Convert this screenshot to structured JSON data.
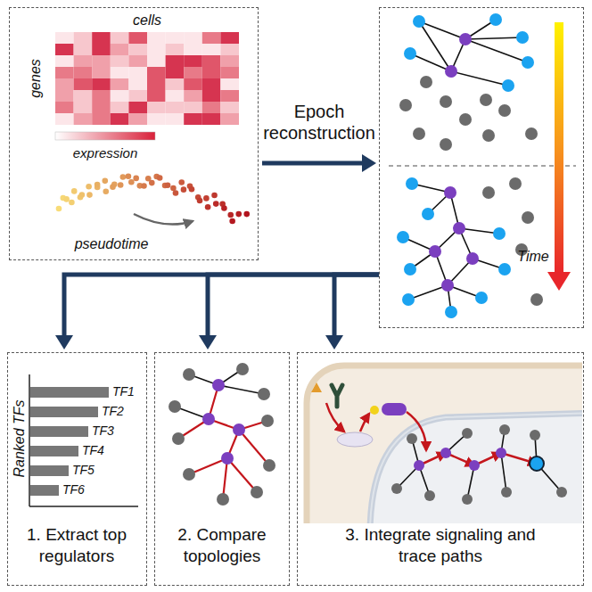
{
  "diagram": {
    "nodes": [
      {
        "text": [
          "cells",
          "genes",
          "expression",
          "pseudotime"
        ]
      },
      {
        "text": [
          "Time"
        ]
      },
      {
        "text": [
          "Ranked TFs",
          "TF1",
          "TF2",
          "TF3",
          "TF4",
          "TF5",
          "TF6",
          "1. Extract top regulators"
        ]
      },
      {
        "text": [
          "2. Compare topologies"
        ]
      },
      {
        "text": [
          "3. Integrate signaling and trace paths"
        ]
      }
    ],
    "edges": [
      {
        "from": 0,
        "to": 1,
        "arrow": "to",
        "label": "Epoch reconstruction"
      },
      {
        "from": 1,
        "to": 2,
        "arrow": "to"
      },
      {
        "from": 1,
        "to": 3,
        "arrow": "to"
      },
      {
        "from": 1,
        "to": 4,
        "arrow": "to"
      }
    ]
  }
}
